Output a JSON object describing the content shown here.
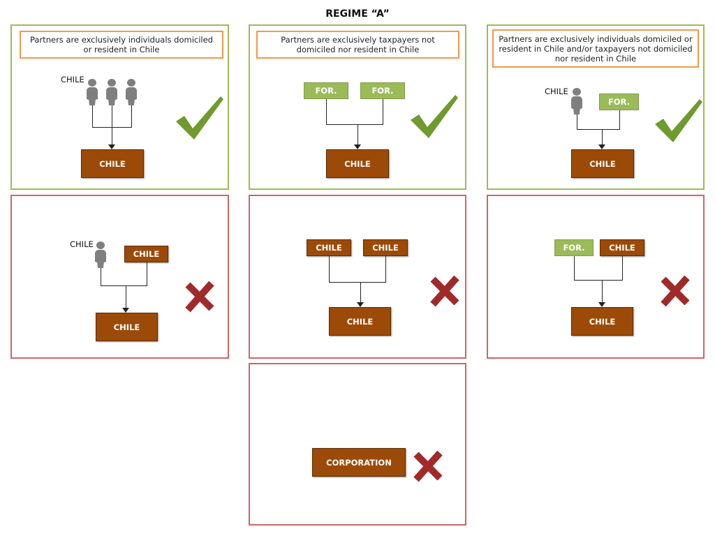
{
  "title": "REGIME “A”",
  "panels": {
    "p1": {
      "header": "Partners are exclusively individuals domiciled or resident in Chile",
      "label": "CHILE",
      "target": "CHILE",
      "result": "valid"
    },
    "p2": {
      "header": "Partners are exclusively taxpayers not domiciled nor resident in Chile",
      "partners": [
        "FOR.",
        "FOR."
      ],
      "target": "CHILE",
      "result": "valid"
    },
    "p3": {
      "header": "Partners are exclusively individuals domiciled or resident in Chile and/or taxpayers not domiciled nor resident in Chile",
      "label": "CHILE",
      "partners": [
        "FOR."
      ],
      "target": "CHILE",
      "result": "valid"
    },
    "p4": {
      "label": "CHILE",
      "partners": [
        "CHILE"
      ],
      "target": "CHILE",
      "result": "invalid"
    },
    "p5": {
      "partners": [
        "CHILE",
        "CHILE"
      ],
      "target": "CHILE",
      "result": "invalid"
    },
    "p6": {
      "partners": [
        "FOR.",
        "CHILE"
      ],
      "target": "CHILE",
      "result": "invalid"
    },
    "p7": {
      "target": "CORPORATION",
      "result": "invalid"
    }
  },
  "colors": {
    "valid_border": "#9bbb59",
    "invalid_border": "#cc6666",
    "header_border": "#f79646",
    "chile_box": "#9c4a08",
    "foreign_box": "#9bbb59",
    "check": "#6f9a2e",
    "cross": "#a02a2a"
  }
}
